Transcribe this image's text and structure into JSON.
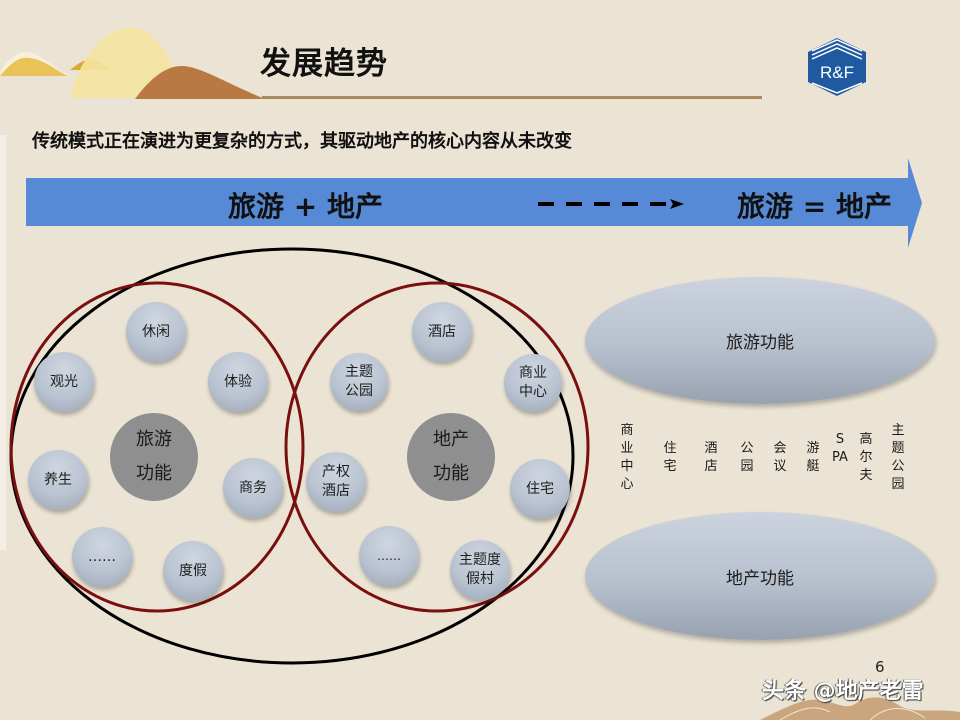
{
  "header": {
    "title": "发展趋势",
    "logo_text": "R&F",
    "subtitle": "传统模式正在演进为更复杂的方式，其驱动地产的核心内容从未改变"
  },
  "arrow_band": {
    "left_label": "旅游 + 地产",
    "right_label": "旅游 = 地产",
    "color": "#578ad6"
  },
  "tourism_circle": {
    "core_line1": "旅游",
    "core_line2": "功能",
    "items": [
      "休闲",
      "观光",
      "体验",
      "养生",
      "商务",
      "……",
      "度假"
    ]
  },
  "realestate_circle": {
    "core_line1": "地产",
    "core_line2": "功能",
    "items": [
      "酒店",
      "主题公园",
      "商业中心",
      "产权酒店",
      "住宅",
      "……",
      "主题度假村"
    ]
  },
  "right_panel": {
    "top_ellipse": "旅游功能",
    "bottom_ellipse": "地产功能",
    "columns": [
      "商业中心",
      "住宅",
      "酒店",
      "公园",
      "会议",
      "游艇",
      "SPA",
      "高尔夫",
      "主题公园"
    ]
  },
  "footer": {
    "page_number": "6",
    "watermark": "头条 @地产老雷"
  },
  "colors": {
    "background": "#ebe4d4",
    "outer_ring": "#000000",
    "inner_rings": "#7a0f0f",
    "accent_rule": "#a8895f",
    "logo_blue": "#1f5aa0"
  }
}
